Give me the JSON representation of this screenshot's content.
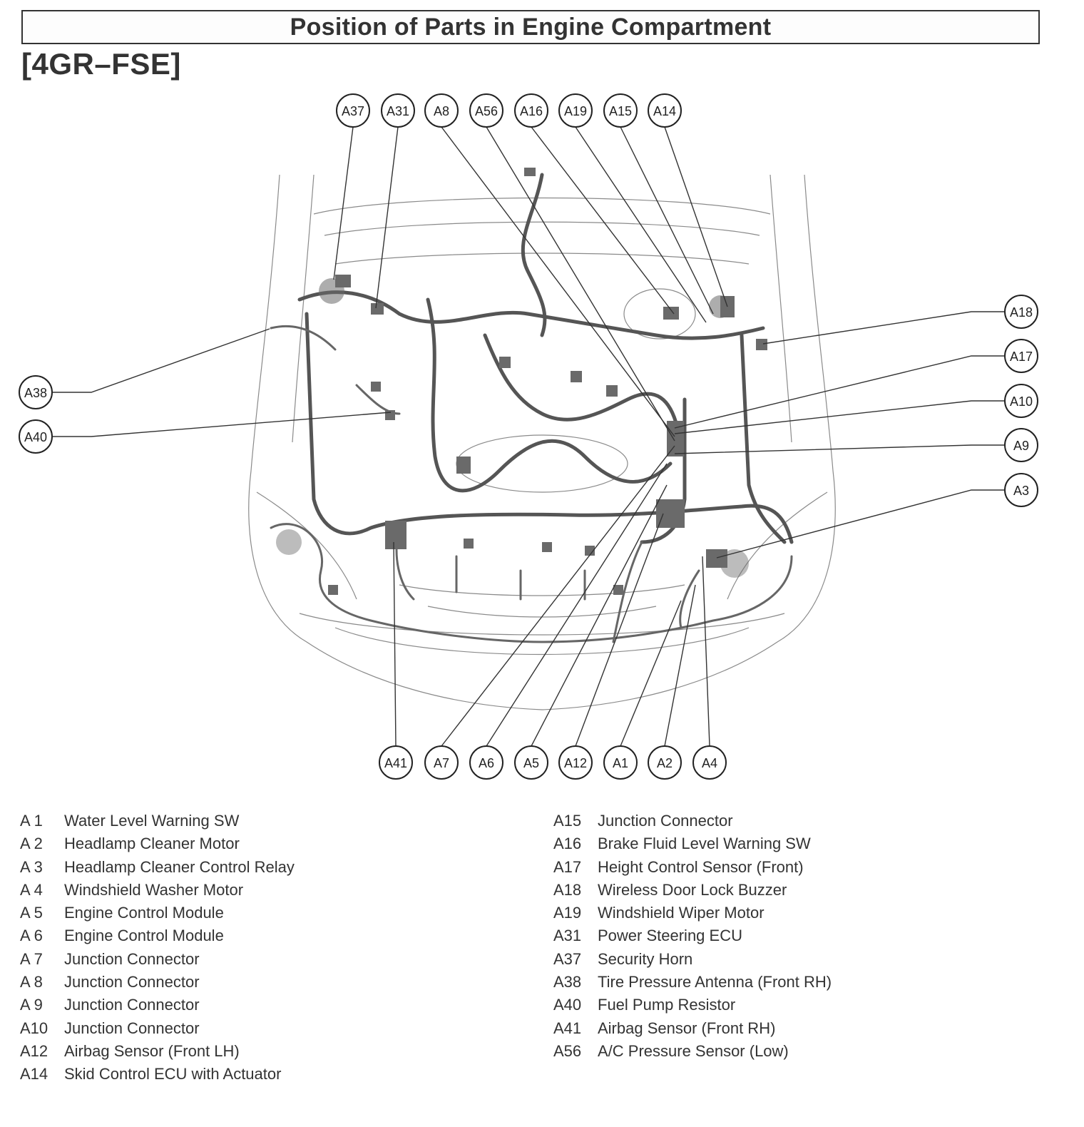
{
  "title": "Position of Parts in Engine Compartment",
  "subtitle": "[4GR–FSE]",
  "callouts_top": [
    "A37",
    "A31",
    "A8",
    "A56",
    "A16",
    "A19",
    "A15",
    "A14"
  ],
  "callouts_right": [
    "A18",
    "A17",
    "A10",
    "A9",
    "A3"
  ],
  "callouts_left": [
    "A38",
    "A40"
  ],
  "callouts_bottom": [
    "A41",
    "A7",
    "A6",
    "A5",
    "A12",
    "A1",
    "A2",
    "A4"
  ],
  "legend_left": [
    {
      "code": "A  1",
      "name": "Water Level Warning SW"
    },
    {
      "code": "A  2",
      "name": "Headlamp Cleaner Motor"
    },
    {
      "code": "A  3",
      "name": "Headlamp Cleaner Control Relay"
    },
    {
      "code": "A  4",
      "name": "Windshield Washer Motor"
    },
    {
      "code": "A  5",
      "name": "Engine Control Module"
    },
    {
      "code": "A  6",
      "name": "Engine Control Module"
    },
    {
      "code": "A  7",
      "name": "Junction Connector"
    },
    {
      "code": "A  8",
      "name": "Junction Connector"
    },
    {
      "code": "A  9",
      "name": "Junction Connector"
    },
    {
      "code": "A10",
      "name": "Junction Connector"
    },
    {
      "code": "A12",
      "name": "Airbag Sensor (Front LH)"
    },
    {
      "code": "A14",
      "name": "Skid Control ECU with Actuator"
    }
  ],
  "legend_right": [
    {
      "code": "A15",
      "name": "Junction Connector"
    },
    {
      "code": "A16",
      "name": "Brake Fluid Level Warning SW"
    },
    {
      "code": "A17",
      "name": "Height Control Sensor (Front)"
    },
    {
      "code": "A18",
      "name": "Wireless Door Lock Buzzer"
    },
    {
      "code": "A19",
      "name": "Windshield Wiper Motor"
    },
    {
      "code": "A31",
      "name": "Power Steering ECU"
    },
    {
      "code": "A37",
      "name": "Security Horn"
    },
    {
      "code": "A38",
      "name": "Tire Pressure Antenna (Front RH)"
    },
    {
      "code": "A40",
      "name": "Fuel Pump Resistor"
    },
    {
      "code": "A41",
      "name": "Airbag Sensor (Front RH)"
    },
    {
      "code": "A56",
      "name": "A/C Pressure Sensor (Low)"
    }
  ]
}
